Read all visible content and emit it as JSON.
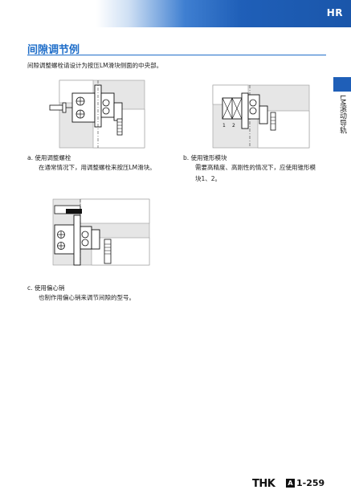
{
  "header": {
    "label": "HR"
  },
  "side_tab": {
    "text": "LM滚动导轨"
  },
  "title": "间隙调节例",
  "intro": "间隙调整螺栓请设计为按压LM滑块侧面的中央部。",
  "figures": [
    {
      "id": "a",
      "head": "a. 使用调整螺栓",
      "lines": [
        "在通常情况下，用调整螺栓来按压LM滑块。"
      ]
    },
    {
      "id": "b",
      "head": "b. 使用锥形模块",
      "lines": [
        "需要高精度、高刚性的情况下，应使用锥形模",
        "块1、2。"
      ],
      "labels": [
        "1",
        "2"
      ]
    },
    {
      "id": "c",
      "head": "c. 使用偏心销",
      "lines": [
        "也制作用偏心销来调节间隙的型号。"
      ]
    }
  ],
  "footer": {
    "logo": "THK",
    "badge": "A",
    "page": "1-259"
  }
}
